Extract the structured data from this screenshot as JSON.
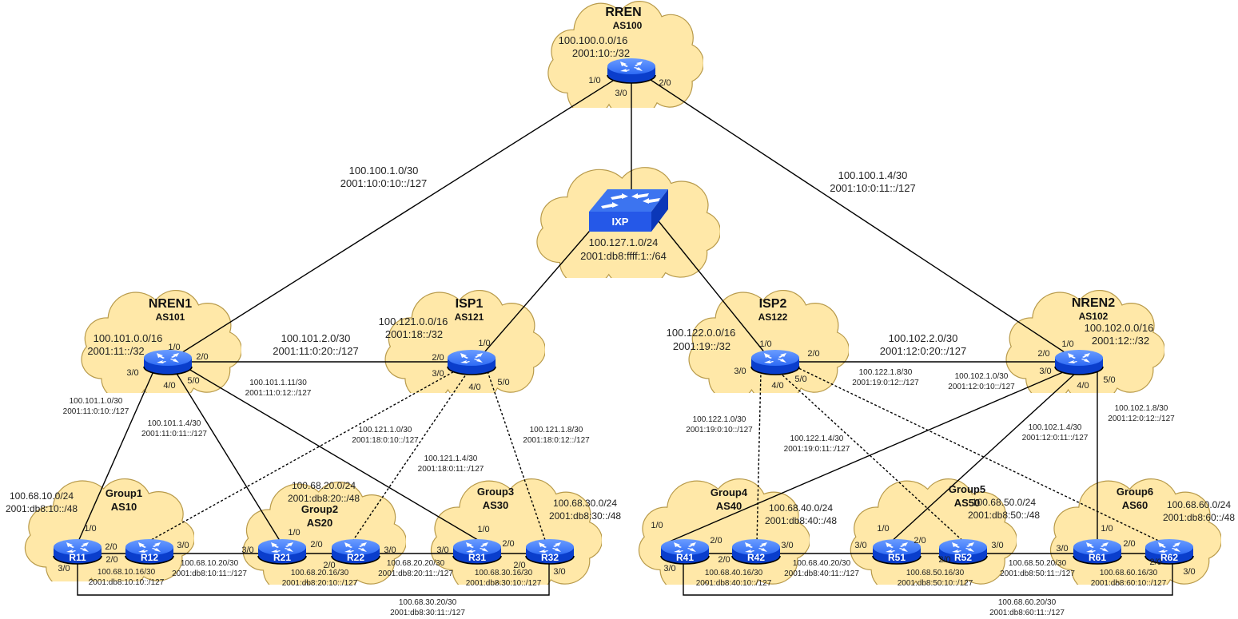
{
  "port_labels": {
    "p1": "1/0",
    "p2": "2/0",
    "p3": "3/0",
    "p4": "4/0",
    "p5": "5/0"
  },
  "nodes": {
    "rren": {
      "name": "RREN",
      "as": "AS100",
      "ipv4": "100.100.0.0/16",
      "ipv6": "2001:10::/32"
    },
    "ixp": {
      "name": "IXP",
      "ipv4": "100.127.1.0/24",
      "ipv6": "2001:db8:ffff:1::/64"
    },
    "nren1": {
      "name": "NREN1",
      "as": "AS101",
      "ipv4": "100.101.0.0/16",
      "ipv6": "2001:11::/32"
    },
    "isp1": {
      "name": "ISP1",
      "as": "AS121",
      "ipv4": "100.121.0.0/16",
      "ipv6": "2001:18::/32"
    },
    "isp2": {
      "name": "ISP2",
      "as": "AS122",
      "ipv4": "100.122.0.0/16",
      "ipv6": "2001:19::/32"
    },
    "nren2": {
      "name": "NREN2",
      "as": "AS102",
      "ipv4": "100.102.0.0/16",
      "ipv6": "2001:12::/32"
    }
  },
  "links": {
    "rren_nren1": {
      "ipv4": "100.100.1.0/30",
      "ipv6": "2001:10:0:10::/127"
    },
    "rren_nren2": {
      "ipv4": "100.100.1.4/30",
      "ipv6": "2001:10:0:11::/127"
    },
    "nren1_isp1": {
      "ipv4": "100.101.2.0/30",
      "ipv6": "2001:11:0:20::/127"
    },
    "nren2_isp2": {
      "ipv4": "100.102.2.0/30",
      "ipv6": "2001:12:0:20::/127"
    },
    "nren1_r11": {
      "ipv4": "100.101.1.0/30",
      "ipv6": "2001:11:0:10::/127"
    },
    "nren1_r21": {
      "ipv4": "100.101.1.4/30",
      "ipv6": "2001:11:0:11::/127"
    },
    "nren1_r31": {
      "ipv4": "100.101.1.11/30",
      "ipv6": "2001:11:0:12::/127"
    },
    "isp1_r12": {
      "ipv4": "100.121.1.0/30",
      "ipv6": "2001:18:0:10::/127"
    },
    "isp1_r22": {
      "ipv4": "100.121.1.4/30",
      "ipv6": "2001:18:0:11::/127"
    },
    "isp1_r32": {
      "ipv4": "100.121.1.8/30",
      "ipv6": "2001:18:0:12::/127"
    },
    "isp2_r42": {
      "ipv4": "100.122.1.0/30",
      "ipv6": "2001:19:0:10::/127"
    },
    "isp2_r52": {
      "ipv4": "100.122.1.4/30",
      "ipv6": "2001:19:0:11::/127"
    },
    "isp2_r62": {
      "ipv4": "100.122.1.8/30",
      "ipv6": "2001:19:0:12::/127"
    },
    "nren2_r41": {
      "ipv4": "100.102.1.0/30",
      "ipv6": "2001:12:0:10::/127"
    },
    "nren2_r51": {
      "ipv4": "100.102.1.4/30",
      "ipv6": "2001:12:0:11::/127"
    },
    "nren2_r61": {
      "ipv4": "100.102.1.8/30",
      "ipv6": "2001:12:0:12::/127"
    }
  },
  "groups": [
    {
      "name": "Group1",
      "as": "AS10",
      "ipv4": "100.68.10.0/24",
      "ipv6": "2001:db8:10::/48",
      "routers": [
        "R11",
        "R12"
      ],
      "internal": {
        "ipv4": "100.68.10.16/30",
        "ipv6": "2001:db8:10:10::/127"
      },
      "next": {
        "ipv4": "100.68.10.20/30",
        "ipv6": "2001:db8:10:11::/127"
      }
    },
    {
      "name": "Group2",
      "as": "AS20",
      "ipv4": "100.68.20.0/24",
      "ipv6": "2001:db8:20::/48",
      "routers": [
        "R21",
        "R22"
      ],
      "internal": {
        "ipv4": "100.68.20.16/30",
        "ipv6": "2001:db8:20:10::/127"
      },
      "next": {
        "ipv4": "100.68.20.20/30",
        "ipv6": "2001:db8:20:11::/127"
      }
    },
    {
      "name": "Group3",
      "as": "AS30",
      "ipv4": "100.68.30.0/24",
      "ipv6": "2001:db8:30::/48",
      "routers": [
        "R31",
        "R32"
      ],
      "internal": {
        "ipv4": "100.68.30.16/30",
        "ipv6": "2001:db8:30:10::/127"
      },
      "next": {
        "ipv4": "100.68.30.20/30",
        "ipv6": "2001:db8:30:11::/127"
      }
    },
    {
      "name": "Group4",
      "as": "AS40",
      "ipv4": "100.68.40.0/24",
      "ipv6": "2001:db8:40::/48",
      "routers": [
        "R41",
        "R42"
      ],
      "internal": {
        "ipv4": "100.68.40.16/30",
        "ipv6": "2001:db8:40:10::/127"
      },
      "next": {
        "ipv4": "100.68.40.20/30",
        "ipv6": "2001:db8:40:11::/127"
      }
    },
    {
      "name": "Group5",
      "as": "AS50",
      "ipv4": "100.68.50.0/24",
      "ipv6": "2001:db8:50::/48",
      "routers": [
        "R51",
        "R52"
      ],
      "internal": {
        "ipv4": "100.68.50.16/30",
        "ipv6": "2001:db8:50:10::/127"
      },
      "next": {
        "ipv4": "100.68.50.20/30",
        "ipv6": "2001:db8:50:11::/127"
      }
    },
    {
      "name": "Group6",
      "as": "AS60",
      "ipv4": "100.68.60.0/24",
      "ipv6": "2001:db8:60::/48",
      "routers": [
        "R61",
        "R62"
      ],
      "internal": {
        "ipv4": "100.68.60.16/30",
        "ipv6": "2001:db8:60:10::/127"
      },
      "next": {
        "ipv4": "100.68.60.20/30",
        "ipv6": "2001:db8:60:11::/127"
      }
    }
  ],
  "colors": {
    "cloud_fill": "#FFE8A8",
    "cloud_stroke": "#B89A4A",
    "router_top": "#3C7CFF",
    "router_side": "#0A3ECC",
    "link": "#000000"
  }
}
